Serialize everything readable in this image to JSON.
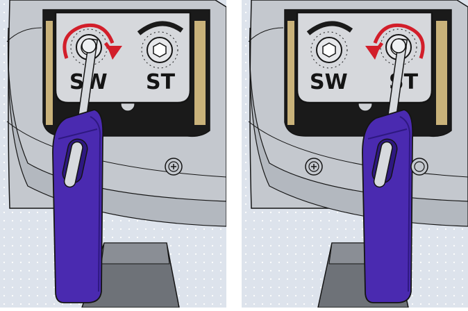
{
  "colors": {
    "background_panel": "#dde3ec",
    "dot_pattern": "#ffffff",
    "body_light": "#d0d4da",
    "body_mid": "#b9bec5",
    "body_dark": "#9aa0a8",
    "recess": "#1a1a1a",
    "label_plate": "#d6d8dc",
    "tool_shaft": "#d7dade",
    "handle": "#4a2ab0",
    "handle_shadow": "#2e1880",
    "arrow": "#d21e2a",
    "outline": "#141414"
  },
  "icons": [
    "rotate-clockwise-arrow-icon",
    "rotate-counterclockwise-arrow-icon",
    "screw-dial-icon",
    "hex-screwdriver-icon",
    "phillips-screw-icon"
  ],
  "panels": [
    {
      "label_left": "SW",
      "label_right": "ST",
      "active_dial": "SW",
      "rotation": "clockwise"
    },
    {
      "label_left": "SW",
      "label_right": "ST",
      "active_dial": "ST",
      "rotation": "counterclockwise"
    }
  ]
}
